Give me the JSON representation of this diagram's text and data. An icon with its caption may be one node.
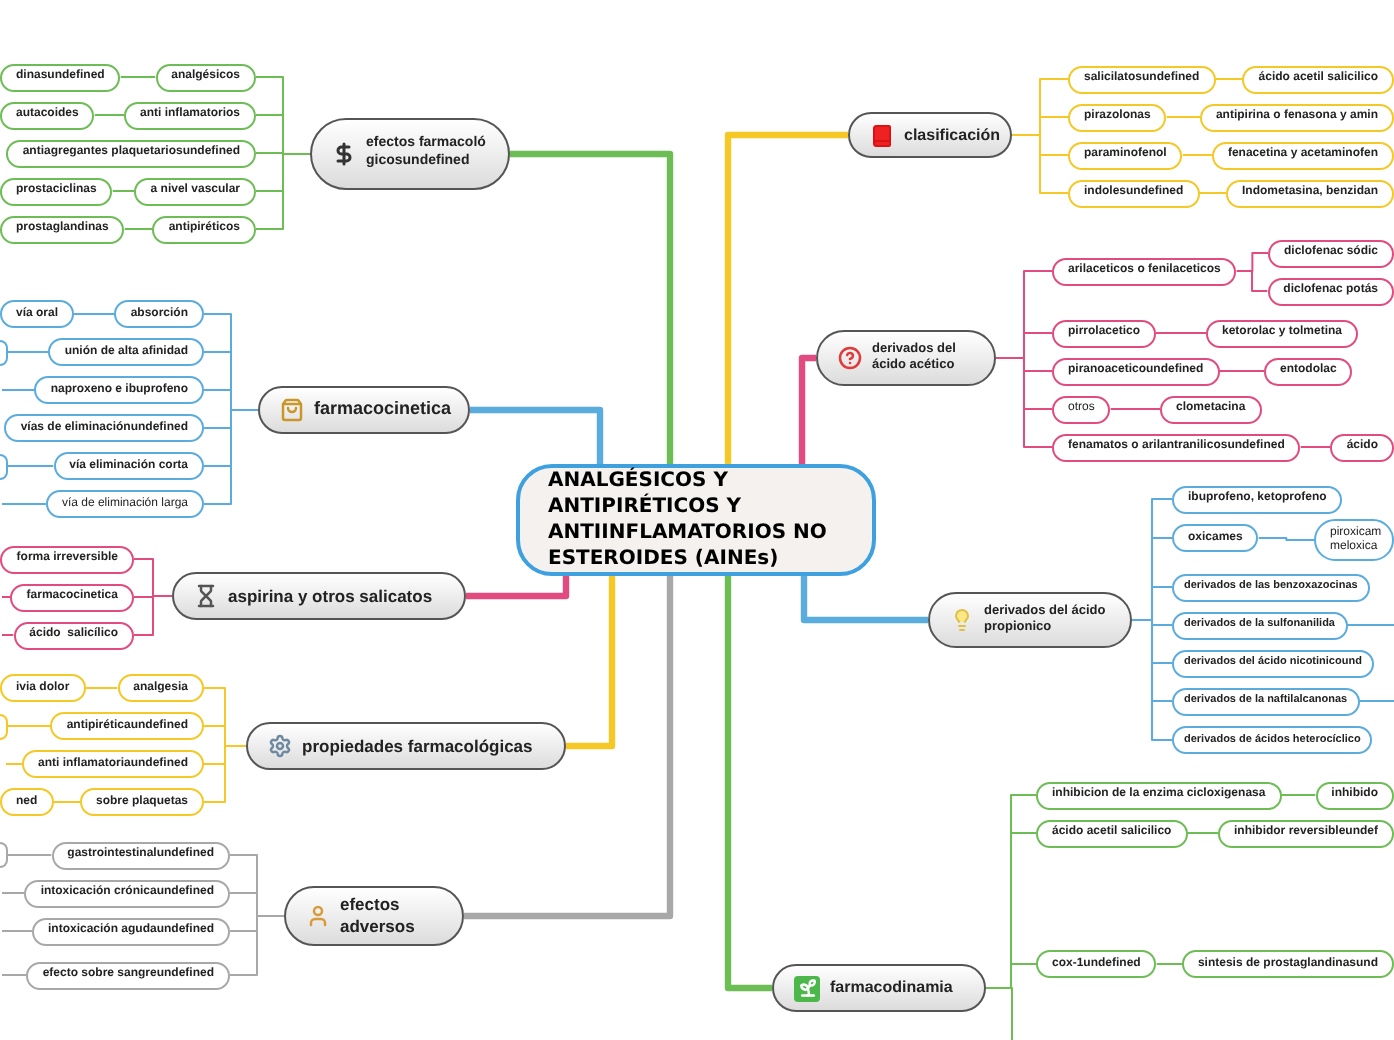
{
  "diagram": {
    "nodes": [
      {
        "text": [
          "ANALGÉSICOS Y ANTIPIRÉTICOS Y ANTIINFLAMATORIOS NO ESTEROIDES (AINEs)"
        ]
      },
      {
        "text": [
          "efectos farmacológicosundefined"
        ]
      },
      {
        "text": [
          "analgésicos"
        ]
      },
      {
        "text": [
          "dinasundefined"
        ]
      },
      {
        "text": [
          "anti inflamatorios"
        ]
      },
      {
        "text": [
          "autacoides"
        ]
      },
      {
        "text": [
          "antiagregantes plaquetariosundefined"
        ]
      },
      {
        "text": [
          "a nivel vascular"
        ]
      },
      {
        "text": [
          "prostaciclinas"
        ]
      },
      {
        "text": [
          "antipiréticos"
        ]
      },
      {
        "text": [
          "prostaglandinas"
        ]
      },
      {
        "text": [
          "farmacocinetica"
        ]
      },
      {
        "text": [
          "absorción"
        ]
      },
      {
        "text": [
          "vía oral"
        ]
      },
      {
        "text": [
          "unión de alta afinidad"
        ]
      },
      {
        "text": [],
        "shape": "box"
      },
      {
        "text": [
          "naproxeno e ibuprofeno"
        ]
      },
      {
        "text": [
          "vías de eliminaciónundefined"
        ]
      },
      {
        "text": [
          "vía eliminación corta"
        ]
      },
      {
        "text": [],
        "shape": "box"
      },
      {
        "text": [
          "vía de eliminación larga"
        ]
      },
      {
        "text": [
          "aspirina y otros salicatos"
        ]
      },
      {
        "text": [
          "forma irreversible"
        ]
      },
      {
        "text": [
          "farmacocinetica"
        ]
      },
      {
        "text": [
          "ácido  salicílico"
        ]
      },
      {
        "text": [
          "propiedades farmacológicas"
        ]
      },
      {
        "text": [
          "analgesia"
        ]
      },
      {
        "text": [
          "ivia dolor"
        ]
      },
      {
        "text": [
          "antipiréticaundefined"
        ]
      },
      {
        "text": [],
        "shape": "box"
      },
      {
        "text": [
          "anti inflamatoriaundefined"
        ]
      },
      {
        "text": [
          "sobre plaquetas"
        ]
      },
      {
        "text": [
          "ned"
        ]
      },
      {
        "text": [
          "efectos adversos"
        ]
      },
      {
        "text": [
          "gastrointestinalundefined"
        ]
      },
      {
        "text": [],
        "shape": "box"
      },
      {
        "text": [
          "intoxicación crónicaundefined"
        ]
      },
      {
        "text": [
          "intoxicación agudaundefined"
        ]
      },
      {
        "text": [
          "efecto sobre sangreundefined"
        ]
      },
      {
        "text": [
          "clasificación"
        ]
      },
      {
        "text": [
          "salicilatosundefined"
        ]
      },
      {
        "text": [
          "ácido acetil salicilico"
        ]
      },
      {
        "text": [
          "pirazolonas"
        ]
      },
      {
        "text": [
          "antipirina o fenasona y amin"
        ]
      },
      {
        "text": [
          "paraminofenol"
        ]
      },
      {
        "text": [
          "fenacetina y acetaminofen"
        ]
      },
      {
        "text": [
          "indolesundefined"
        ]
      },
      {
        "text": [
          "Indometasina, benzidan"
        ]
      },
      {
        "text": [
          "derivados del ácido acético"
        ]
      },
      {
        "text": [
          "arilaceticos o fenilaceticos"
        ]
      },
      {
        "text": [
          "diclofenac sódic"
        ]
      },
      {
        "text": [
          "diclofenac potás"
        ]
      },
      {
        "text": [
          "pirrolacetico"
        ]
      },
      {
        "text": [
          "ketorolac y tolmetina"
        ]
      },
      {
        "text": [
          "piranoaceticoundefined"
        ]
      },
      {
        "text": [
          "entodolac"
        ]
      },
      {
        "text": [
          "otros"
        ]
      },
      {
        "text": [
          "clometacina"
        ]
      },
      {
        "text": [
          "fenamatos o arilantranilicosundefined"
        ]
      },
      {
        "text": [
          "ácido"
        ]
      },
      {
        "text": [
          "derivados del ácido propionico"
        ]
      },
      {
        "text": [
          "ibuprofeno, ketoprofeno"
        ]
      },
      {
        "text": [
          "oxicames"
        ]
      },
      {
        "text": [
          "piroxicam meloxica"
        ]
      },
      {
        "text": [
          "derivados de las benzoxazocinas"
        ]
      },
      {
        "text": [
          "derivados de la sulfonanilida"
        ]
      },
      {
        "text": [
          "derivados del ácido nicotinicound"
        ]
      },
      {
        "text": [
          "derivados de la naftilalcanonas"
        ]
      },
      {
        "text": [
          "derivados de ácidos heterocíclico"
        ]
      },
      {
        "text": [
          "farmacodinamia"
        ]
      },
      {
        "text": [
          "inhibicion de la enzima cicloxigenasa"
        ]
      },
      {
        "text": [
          "inhibido"
        ]
      },
      {
        "text": [
          "ácido acetil salicilico"
        ]
      },
      {
        "text": [
          "inhibidor reversibleundef"
        ]
      },
      {
        "text": [
          "cox-1undefined"
        ]
      },
      {
        "text": [
          "sintesis de prostaglandinasund"
        ]
      }
    ],
    "edges": [
      {
        "from": 0,
        "to": 1,
        "arrow": "none",
        "style": "thick",
        "color": "#6dbd55"
      },
      {
        "from": 1,
        "to": 2,
        "arrow": "none",
        "color": "#6dbd55"
      },
      {
        "from": 2,
        "to": 3,
        "arrow": "none",
        "color": "#6dbd55"
      },
      {
        "from": 1,
        "to": 4,
        "arrow": "none",
        "color": "#6dbd55"
      },
      {
        "from": 4,
        "to": 5,
        "arrow": "none",
        "color": "#6dbd55"
      },
      {
        "from": 1,
        "to": 6,
        "arrow": "none",
        "color": "#6dbd55"
      },
      {
        "from": 1,
        "to": 7,
        "arrow": "none",
        "color": "#6dbd55"
      },
      {
        "from": 7,
        "to": 8,
        "arrow": "none",
        "color": "#6dbd55"
      },
      {
        "from": 1,
        "to": 9,
        "arrow": "none",
        "color": "#6dbd55"
      },
      {
        "from": 9,
        "to": 10,
        "arrow": "none",
        "color": "#6dbd55"
      },
      {
        "from": 0,
        "to": 11,
        "arrow": "none",
        "style": "thick",
        "color": "#5aacdf"
      },
      {
        "from": 11,
        "to": 12,
        "arrow": "none",
        "color": "#5aacdf"
      },
      {
        "from": 12,
        "to": 13,
        "arrow": "none",
        "color": "#5aacdf"
      },
      {
        "from": 11,
        "to": 14,
        "arrow": "none",
        "color": "#5aacdf"
      },
      {
        "from": 14,
        "to": 15,
        "arrow": "none",
        "color": "#5aacdf"
      },
      {
        "from": 11,
        "to": 16,
        "arrow": "none",
        "color": "#5aacdf"
      },
      {
        "from": 16,
        "to": null,
        "arrow": "none",
        "color": "#5aacdf"
      },
      {
        "from": 11,
        "to": 17,
        "arrow": "none",
        "color": "#5aacdf"
      },
      {
        "from": 11,
        "to": 18,
        "arrow": "none",
        "color": "#5aacdf"
      },
      {
        "from": 18,
        "to": 19,
        "arrow": "none",
        "color": "#5aacdf"
      },
      {
        "from": 11,
        "to": 20,
        "arrow": "none",
        "color": "#5aacdf"
      },
      {
        "from": 20,
        "to": null,
        "arrow": "none",
        "color": "#5aacdf"
      },
      {
        "from": 0,
        "to": 21,
        "arrow": "none",
        "style": "thick",
        "color": "#e14b80"
      },
      {
        "from": 21,
        "to": 22,
        "arrow": "none",
        "color": "#e14b80"
      },
      {
        "from": 21,
        "to": 23,
        "arrow": "none",
        "color": "#e14b80"
      },
      {
        "from": 23,
        "to": null,
        "arrow": "none",
        "color": "#e14b80"
      },
      {
        "from": 21,
        "to": 24,
        "arrow": "none",
        "color": "#e14b80"
      },
      {
        "from": 24,
        "to": null,
        "arrow": "none",
        "color": "#e14b80"
      },
      {
        "from": 0,
        "to": 25,
        "arrow": "none",
        "style": "thick",
        "color": "#f5c826"
      },
      {
        "from": 25,
        "to": 26,
        "arrow": "none",
        "color": "#f5c826"
      },
      {
        "from": 26,
        "to": 27,
        "arrow": "none",
        "color": "#f5c826"
      },
      {
        "from": 25,
        "to": 28,
        "arrow": "none",
        "color": "#f5c826"
      },
      {
        "from": 28,
        "to": 29,
        "arrow": "none",
        "color": "#f5c826"
      },
      {
        "from": 25,
        "to": 30,
        "arrow": "none",
        "color": "#f5c826"
      },
      {
        "from": 30,
        "to": null,
        "arrow": "none",
        "color": "#f5c826"
      },
      {
        "from": 25,
        "to": 31,
        "arrow": "none",
        "color": "#f5c826"
      },
      {
        "from": 31,
        "to": 32,
        "arrow": "none",
        "color": "#f5c826"
      },
      {
        "from": 0,
        "to": 33,
        "arrow": "none",
        "style": "thick",
        "color": "#a8a8a8"
      },
      {
        "from": 33,
        "to": 34,
        "arrow": "none",
        "color": "#a8a8a8"
      },
      {
        "from": 34,
        "to": 35,
        "arrow": "none",
        "color": "#a8a8a8"
      },
      {
        "from": 33,
        "to": 36,
        "arrow": "none",
        "color": "#a8a8a8"
      },
      {
        "from": 36,
        "to": null,
        "arrow": "none",
        "color": "#a8a8a8"
      },
      {
        "from": 33,
        "to": 37,
        "arrow": "none",
        "color": "#a8a8a8"
      },
      {
        "from": 37,
        "to": null,
        "arrow": "none",
        "color": "#a8a8a8"
      },
      {
        "from": 33,
        "to": 38,
        "arrow": "none",
        "color": "#a8a8a8"
      },
      {
        "from": 38,
        "to": null,
        "arrow": "none",
        "color": "#a8a8a8"
      },
      {
        "from": 0,
        "to": 39,
        "arrow": "none",
        "style": "thick",
        "color": "#f5c826"
      },
      {
        "from": 39,
        "to": 40,
        "arrow": "none",
        "color": "#f5c826"
      },
      {
        "from": 40,
        "to": 41,
        "arrow": "none",
        "color": "#f5c826"
      },
      {
        "from": 39,
        "to": 42,
        "arrow": "none",
        "color": "#f5c826"
      },
      {
        "from": 42,
        "to": 43,
        "arrow": "none",
        "color": "#f5c826"
      },
      {
        "from": 39,
        "to": 44,
        "arrow": "none",
        "color": "#f5c826"
      },
      {
        "from": 44,
        "to": 45,
        "arrow": "none",
        "color": "#f5c826"
      },
      {
        "from": 39,
        "to": 46,
        "arrow": "none",
        "color": "#f5c826"
      },
      {
        "from": 46,
        "to": 47,
        "arrow": "none",
        "color": "#f5c826"
      },
      {
        "from": 0,
        "to": 48,
        "arrow": "none",
        "style": "thick",
        "color": "#e14b80"
      },
      {
        "from": 48,
        "to": 49,
        "arrow": "none",
        "color": "#e14b80"
      },
      {
        "from": 49,
        "to": 50,
        "arrow": "none",
        "color": "#e14b80"
      },
      {
        "from": 49,
        "to": 51,
        "arrow": "none",
        "color": "#e14b80"
      },
      {
        "from": 48,
        "to": 52,
        "arrow": "none",
        "color": "#e14b80"
      },
      {
        "from": 52,
        "to": 53,
        "arrow": "none",
        "color": "#e14b80"
      },
      {
        "from": 48,
        "to": 54,
        "arrow": "none",
        "color": "#e14b80"
      },
      {
        "from": 54,
        "to": 55,
        "arrow": "none",
        "color": "#e14b80"
      },
      {
        "from": 48,
        "to": 56,
        "arrow": "none",
        "color": "#e14b80"
      },
      {
        "from": 56,
        "to": 57,
        "arrow": "none",
        "color": "#e14b80"
      },
      {
        "from": 48,
        "to": 58,
        "arrow": "none",
        "color": "#e14b80"
      },
      {
        "from": 58,
        "to": 59,
        "arrow": "none",
        "color": "#e14b80"
      },
      {
        "from": 0,
        "to": 60,
        "arrow": "none",
        "style": "thick",
        "color": "#5aacdf"
      },
      {
        "from": 60,
        "to": 61,
        "arrow": "none",
        "color": "#5aacdf"
      },
      {
        "from": 60,
        "to": 62,
        "arrow": "none",
        "color": "#5aacdf"
      },
      {
        "from": 62,
        "to": 63,
        "arrow": "none",
        "color": "#5aacdf"
      },
      {
        "from": 60,
        "to": 64,
        "arrow": "none",
        "color": "#5aacdf"
      },
      {
        "from": 60,
        "to": 65,
        "arrow": "none",
        "color": "#5aacdf"
      },
      {
        "from": 65,
        "to": null,
        "arrow": "none",
        "color": "#5aacdf"
      },
      {
        "from": 60,
        "to": 66,
        "arrow": "none",
        "color": "#5aacdf"
      },
      {
        "from": 60,
        "to": 67,
        "arrow": "none",
        "color": "#5aacdf"
      },
      {
        "from": 67,
        "to": null,
        "arrow": "none",
        "color": "#5aacdf"
      },
      {
        "from": 60,
        "to": 68,
        "arrow": "none",
        "color": "#5aacdf"
      },
      {
        "from": 0,
        "to": 69,
        "arrow": "none",
        "style": "thick",
        "color": "#6dbd55"
      },
      {
        "from": 69,
        "to": 70,
        "arrow": "none",
        "color": "#6dbd55"
      },
      {
        "from": 70,
        "to": 71,
        "arrow": "none",
        "color": "#6dbd55"
      },
      {
        "from": 69,
        "to": 72,
        "arrow": "none",
        "color": "#6dbd55"
      },
      {
        "from": 72,
        "to": 73,
        "arrow": "none",
        "color": "#6dbd55"
      },
      {
        "from": 69,
        "to": 74,
        "arrow": "none",
        "color": "#6dbd55"
      },
      {
        "from": 74,
        "to": 75,
        "arrow": "none",
        "color": "#6dbd55"
      },
      {
        "from": 69,
        "to": null,
        "arrow": "none",
        "color": "#6dbd55"
      }
    ]
  }
}
